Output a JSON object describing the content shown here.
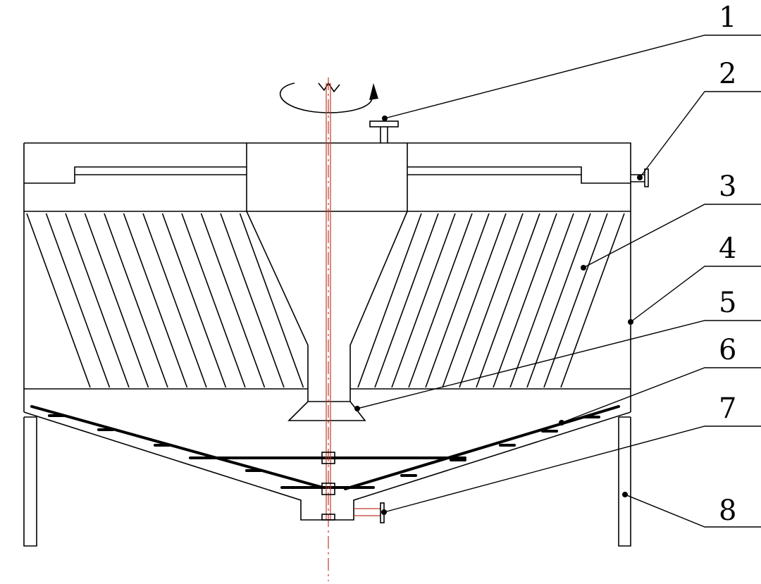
{
  "callouts": [
    {
      "id": "1",
      "label": "1"
    },
    {
      "id": "2",
      "label": "2"
    },
    {
      "id": "3",
      "label": "3"
    },
    {
      "id": "4",
      "label": "4"
    },
    {
      "id": "5",
      "label": "5"
    },
    {
      "id": "6",
      "label": "6"
    },
    {
      "id": "7",
      "label": "7"
    },
    {
      "id": "8",
      "label": "8"
    }
  ],
  "colors": {
    "line": "#000000",
    "shaft": "#c0392b",
    "background": "#ffffff"
  }
}
